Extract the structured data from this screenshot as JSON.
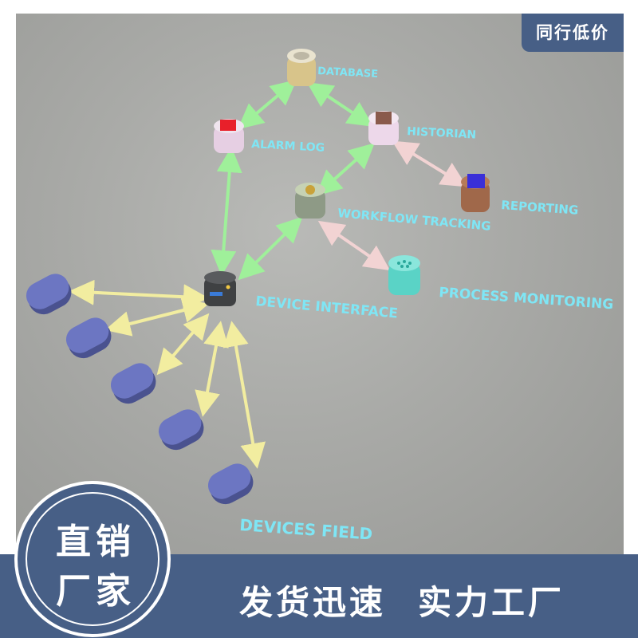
{
  "corner_tag": "同行低价",
  "badge": {
    "line1": "直销",
    "line2": "厂家"
  },
  "slogans": [
    "发货迅速",
    "实力工厂"
  ],
  "diagram": {
    "nodes": {
      "database": "DATABASE",
      "alarm_log": "ALARM LOG",
      "historian": "HISTORIAN",
      "reporting": "REPORTING",
      "workflow": "WORKFLOW TRACKING",
      "process": "PROCESS MONITORING",
      "device_interface": "DEVICE INTERFACE",
      "devices_field": "DEVICES FIELD"
    }
  },
  "colors": {
    "accent": "#475f86",
    "label": "#7fe6f5",
    "arrow_green": "#9ff09a",
    "arrow_yellow": "#f2eda0",
    "arrow_pink": "#f2c9c9",
    "device": "#5861a8"
  }
}
